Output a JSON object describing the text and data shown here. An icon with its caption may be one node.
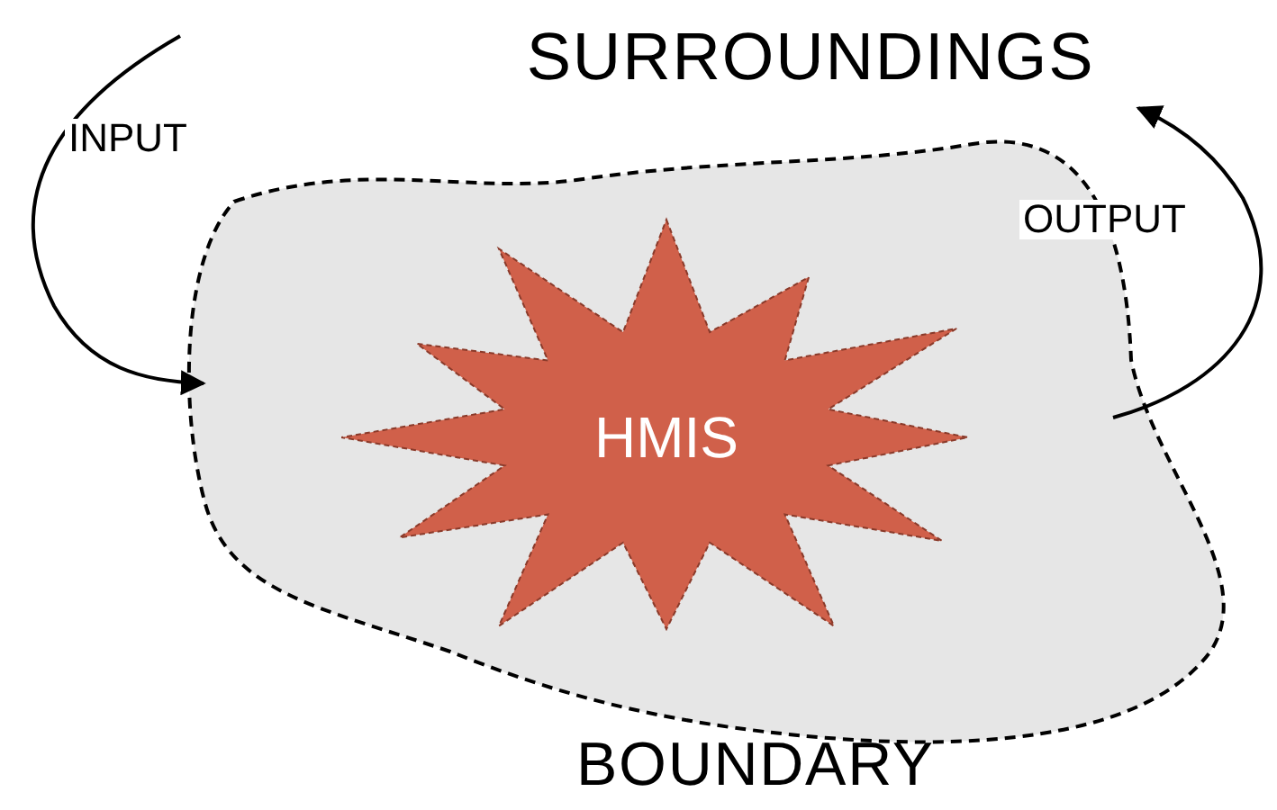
{
  "diagram": {
    "nodes": [
      {
        "text": [],
        "shape": "blob",
        "beside": [
          "BOUNDARY"
        ]
      },
      {
        "text": [
          "HMIS"
        ],
        "in": 0
      },
      {
        "text": [
          "SURROUNDINGS"
        ]
      }
    ],
    "edges": [
      {
        "from": null,
        "to": 0,
        "arrow": "to",
        "label": "INPUT"
      },
      {
        "from": 0,
        "to": 2,
        "arrow": "to",
        "label": "OUTPUT"
      }
    ]
  }
}
